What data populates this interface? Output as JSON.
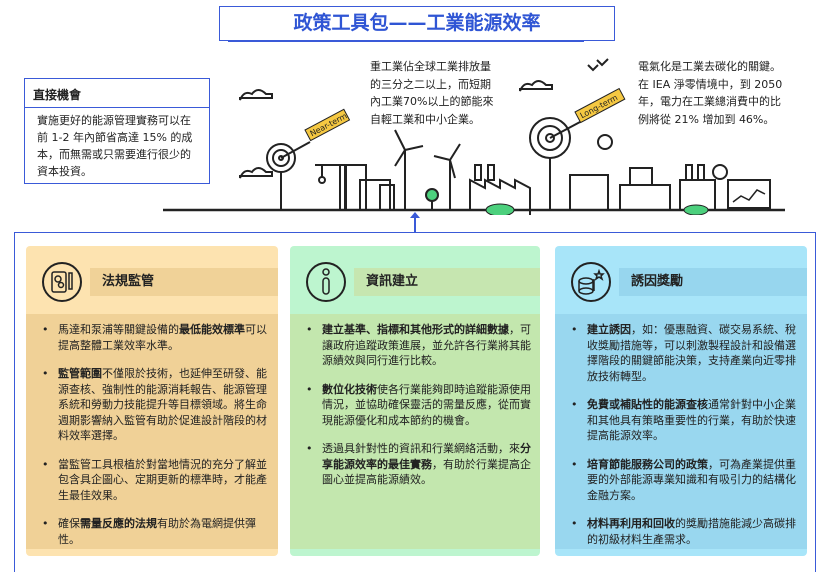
{
  "title": "政策工具包——工業能源效率",
  "opportunity": {
    "heading": "直接機會",
    "text": "實施更好的能源管理實務可以在前 1-2 年內節省高達 15% 的成本，而無需或只需要進行很少的資本投資。"
  },
  "illustration": {
    "near_term_label": "Near-term",
    "long_term_label": "Long-term",
    "note_left": "重工業佔全球工業排放量的三分之二以上，而短期內工業70%以上的節能來自輕工業和中小企業。",
    "note_right": "電氣化是工業去碳化的關鍵。在 IEA 淨零情境中，到 2050 年，電力在工業總消費中的比例將從 21% 增加到 46%。"
  },
  "cards": [
    {
      "title": "法規監管",
      "icon": "regulation-icon",
      "colors": {
        "bg": "#fde3b0",
        "band": "#f0d298",
        "body": "#f0d197"
      },
      "items": [
        {
          "bold": "",
          "pre": "馬達和泵浦等關鍵設備的",
          "b": "最低能效標準",
          "post": "可以提高整體工業效率水準。"
        },
        {
          "pre": "",
          "b": "監管範圍",
          "post": "不僅限於技術，也延伸至研發、能源查核、強制性的能源消耗報告、能源管理系統和勞動力技能提升等目標領域。將生命週期影響納入監管有助於促進設計階段的材料效率選擇。"
        },
        {
          "pre": "當監管工具根植於對當地情況的充分了解並包含具企圖心、定期更新的標準時，才能產生最佳效果。",
          "b": "",
          "post": ""
        },
        {
          "pre": "確保",
          "b": "需量反應的法規",
          "post": "有助於為電網提供彈性。"
        }
      ]
    },
    {
      "title": "資訊建立",
      "icon": "information-icon",
      "colors": {
        "bg": "#bdf5cf",
        "band": "#c6e6b0",
        "body": "#c3e7ae"
      },
      "items": [
        {
          "pre": "",
          "b": "建立基準、指標和其他形式的詳細數據",
          "post": "，可讓政府追蹤政策進展，並允許各行業將其能源績效與同行進行比較。"
        },
        {
          "pre": "",
          "b": "數位化技術",
          "post": "使各行業能夠即時追蹤能源使用情況，並協助確保靈活的需量反應，從而實現能源優化和成本節約的機會。"
        },
        {
          "pre": "透過具針對性的資訊和行業網絡活動，來",
          "b": "分享能源效率的最佳實務",
          "post": "，有助於行業提高企圖心並提高能源績效。"
        }
      ]
    },
    {
      "title": "誘因獎勵",
      "icon": "coins-star-icon",
      "colors": {
        "bg": "#a8e5f9",
        "band": "#97d6ee",
        "body": "#99d7ef"
      },
      "items": [
        {
          "pre": "",
          "b": "建立誘因",
          "post": "，如：優惠融資、碳交易系統、稅收獎勵措施等，可以刺激製程設計和設備選擇階段的關鍵節能決策，支持產業向近零排放技術轉型。"
        },
        {
          "pre": "",
          "b": "免費或補貼性的能源查核",
          "post": "通常針對中小企業和其他具有策略重要性的行業，有助於快速提高能源效率。"
        },
        {
          "pre": "",
          "b": "培育節能服務公司的政策",
          "post": "，可為產業提供重要的外部能源專業知識和有吸引力的結構化金融方案。"
        },
        {
          "pre": "",
          "b": "材料再利用和回收",
          "post": "的獎勵措施能減少高碳排的初級材料生產需求。"
        }
      ]
    }
  ],
  "accent": "#3a5ad8"
}
